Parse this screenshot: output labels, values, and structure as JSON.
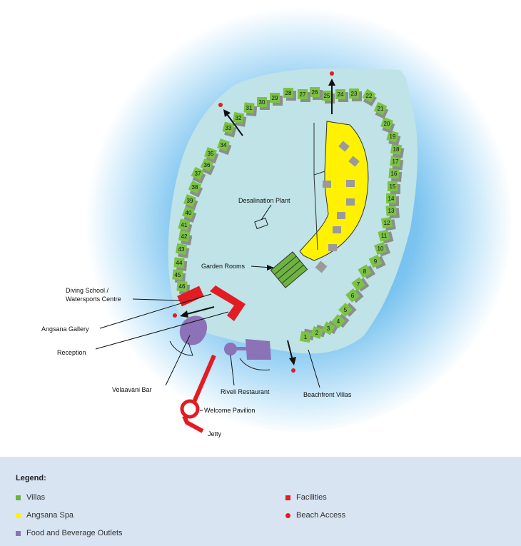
{
  "map": {
    "colors": {
      "water_deep": "#5ab4ea",
      "lagoon": "#bfe3e6",
      "villa": "#7cc246",
      "villa_shadow": "#8a8f8a",
      "spa": "#fff200",
      "facility": "#e31b23",
      "fnb": "#8c72b7",
      "gray_block": "#9a9a9a"
    },
    "villa_numbers": [
      "1",
      "2",
      "3",
      "4",
      "5",
      "6",
      "7",
      "8",
      "9",
      "10",
      "11",
      "12",
      "13",
      "14",
      "15",
      "16",
      "17",
      "18",
      "19",
      "20",
      "21",
      "22",
      "23",
      "24",
      "25",
      "26",
      "27",
      "28",
      "29",
      "30",
      "31",
      "32",
      "33",
      "34",
      "35",
      "36",
      "37",
      "38",
      "39",
      "40",
      "41",
      "42",
      "43",
      "44",
      "45",
      "46"
    ],
    "labels": {
      "desalination_plant": "Desalination Plant",
      "garden_rooms": "Garden Rooms",
      "diving_school_1": "Diving School /",
      "diving_school_2": "Watersports Centre",
      "angsana_gallery": "Angsana Gallery",
      "reception": "Reception",
      "velaavani_bar": "Velaavani Bar",
      "riveli_restaurant": "Riveli Restaurant",
      "beachfront_villas": "Beachfront Villas",
      "welcome_pavilion": "Welcome Pavilion",
      "jetty": "Jetty"
    }
  },
  "legend": {
    "title": "Legend:",
    "items": [
      {
        "label": "Villas",
        "color": "#6cb33f",
        "shape": "square"
      },
      {
        "label": "Angsana Spa",
        "color": "#fff200",
        "shape": "square"
      },
      {
        "label": "Food and Beverage Outlets",
        "color": "#8c72b7",
        "shape": "square"
      },
      {
        "label": "Facilities",
        "color": "#e31b23",
        "shape": "square"
      },
      {
        "label": "Beach Access",
        "color": "#e31b23",
        "shape": "circle"
      }
    ]
  }
}
